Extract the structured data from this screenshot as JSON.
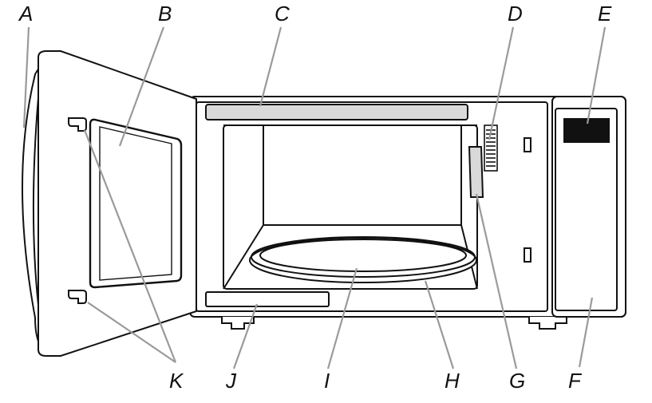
{
  "labels": {
    "a": "A",
    "b": "B",
    "c": "C",
    "d": "D",
    "e": "E",
    "f": "F",
    "g": "G",
    "h": "H",
    "i": "I",
    "j": "J",
    "k": "K"
  },
  "colors": {
    "outline": "#111111",
    "leader": "#9a9a9a",
    "panel_fill": "#d9d9d9",
    "display": "#111111",
    "background": "#ffffff"
  }
}
